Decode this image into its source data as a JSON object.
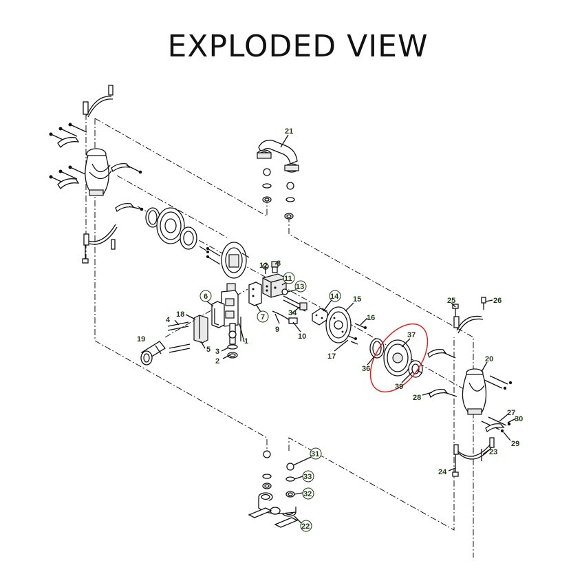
{
  "page": {
    "title": "EXPLODED VIEW"
  },
  "highlight_color": "#e02020",
  "label_color": "#1f3a12",
  "callouts": {
    "c1": "1",
    "c2": "2",
    "c3": "3",
    "c4": "4",
    "c5": "5",
    "c6": "6",
    "c7": "7",
    "c8": "8",
    "c9": "9",
    "c10": "10",
    "c11": "11",
    "c12": "12",
    "c13": "13",
    "c14": "14",
    "c15": "15",
    "c16": "16",
    "c17": "17",
    "c18": "18",
    "c19": "19",
    "c20": "20",
    "c21": "21",
    "c22": "22",
    "c23": "23",
    "c24": "24",
    "c25": "25",
    "c26": "26",
    "c27": "27",
    "c28": "28",
    "c29": "29",
    "c30": "30",
    "c31": "31",
    "c32": "32",
    "c33": "33",
    "c34": "34",
    "c36": "36",
    "c37": "37",
    "c39": "39"
  }
}
